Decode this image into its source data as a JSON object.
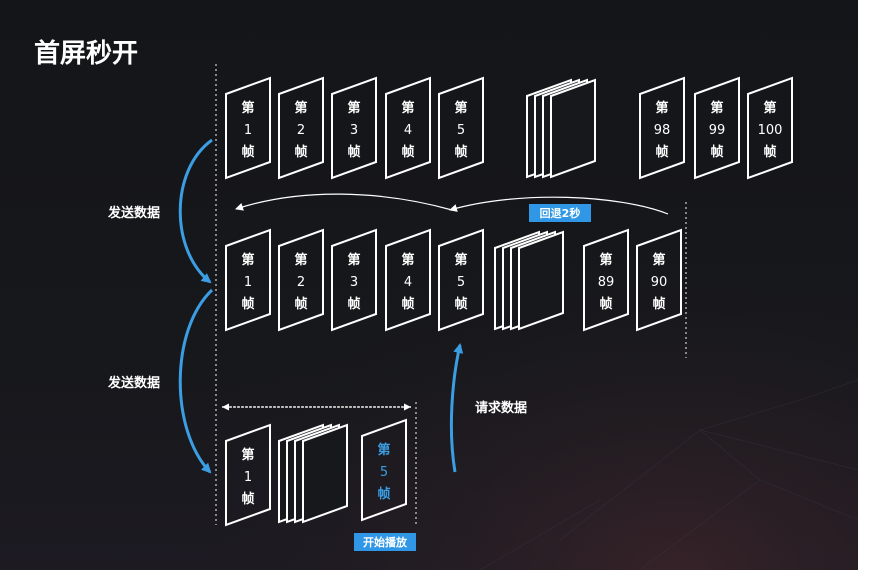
{
  "title": "首屏秒开",
  "frame_word": "第",
  "frame_unit": "帧",
  "labels": {
    "send_data_1": "发送数据",
    "send_data_2": "发送数据",
    "request_data": "请求数据",
    "rollback": "回退2秒",
    "start_play": "开始播放"
  },
  "rows": {
    "top": [
      "1",
      "2",
      "3",
      "4",
      "5",
      "98",
      "99",
      "100"
    ],
    "middle": [
      "1",
      "2",
      "3",
      "4",
      "5",
      "89",
      "90"
    ],
    "bottom": [
      "1",
      "5"
    ]
  },
  "colors": {
    "background": "#15161a",
    "frame_stroke": "#ffffff",
    "text": "#ffffff",
    "accent_blue": "#3b9ee3",
    "tag_bg": "#2f97e6"
  }
}
